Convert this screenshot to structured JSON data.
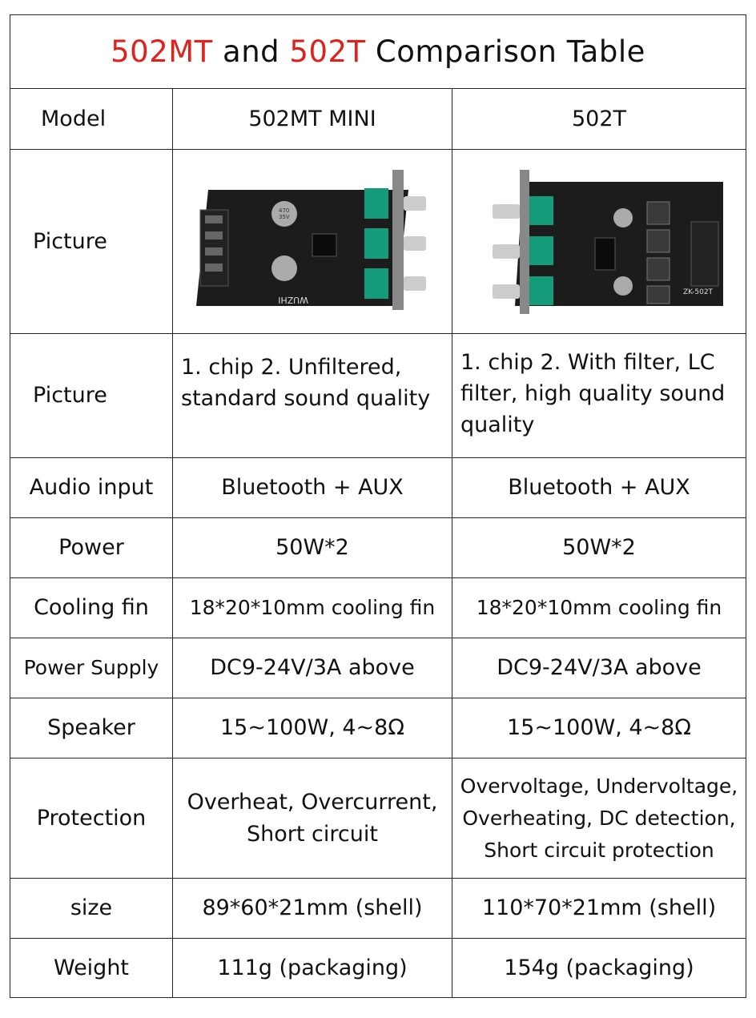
{
  "title": {
    "part1": "502MT",
    "part2": " and ",
    "part3": "502T",
    "part4": " Comparison Table"
  },
  "rows": [
    {
      "label": "Model",
      "a": "502MT MINI",
      "b": "502T"
    },
    {
      "label": "Picture",
      "a_img": "board-502mt-image",
      "b_img": "board-502t-image"
    },
    {
      "label": "Picture",
      "a": "1. chip  2. Unfiltered, standard sound quality",
      "b": "1. chip  2. With filter, LC filter, high quality sound quality"
    },
    {
      "label": "Audio input",
      "a": "Bluetooth + AUX",
      "b": "Bluetooth + AUX"
    },
    {
      "label": "Power",
      "a": "50W*2",
      "b": "50W*2"
    },
    {
      "label": "Cooling fin",
      "a": "18*20*10mm cooling fin",
      "b": "18*20*10mm cooling fin"
    },
    {
      "label": "Power Supply",
      "a": "DC9-24V/3A above",
      "b": "DC9-24V/3A above"
    },
    {
      "label": "Speaker",
      "a": "15~100W, 4~8Ω",
      "b": "15~100W, 4~8Ω"
    },
    {
      "label": "Protection",
      "a": "Overheat, Overcurrent, Short circuit",
      "b": "Overvoltage, Undervoltage, Overheating, DC detection, Short circuit protection"
    },
    {
      "label": "size",
      "a": "89*60*21mm (shell)",
      "b": "110*70*21mm (shell)"
    },
    {
      "label": "Weight",
      "a": "111g (packaging)",
      "b": "154g (packaging)"
    }
  ],
  "board_text": {
    "a_brand": "WUZHI",
    "b_model": "ZK-502T",
    "cap_a": "470",
    "cap_b": "35V"
  },
  "colors": {
    "accent_red": "#e0201b",
    "board": "#1c1c1c",
    "pot_green": "#139b7a"
  }
}
